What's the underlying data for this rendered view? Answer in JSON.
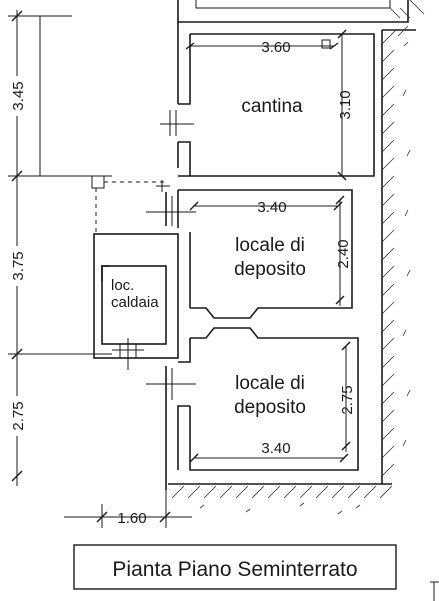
{
  "rooms": {
    "cantina": {
      "label": "cantina",
      "width": "3.60",
      "depth": "3.10"
    },
    "deposito_1": {
      "label_line1": "locale di",
      "label_line2": "deposito",
      "width": "3.40",
      "depth": "2.40"
    },
    "deposito_2": {
      "label_line1": "locale di",
      "label_line2": "deposito",
      "width": "3.40",
      "depth": "2.75"
    },
    "caldaia": {
      "label_line1": "loc.",
      "label_line2": "caldaia"
    }
  },
  "dimensions": {
    "left_top": "3.45",
    "left_middle": "3.75",
    "left_bottom": "2.75",
    "bottom_offset": "1.60"
  },
  "title": "Pianta Piano Seminterrato"
}
